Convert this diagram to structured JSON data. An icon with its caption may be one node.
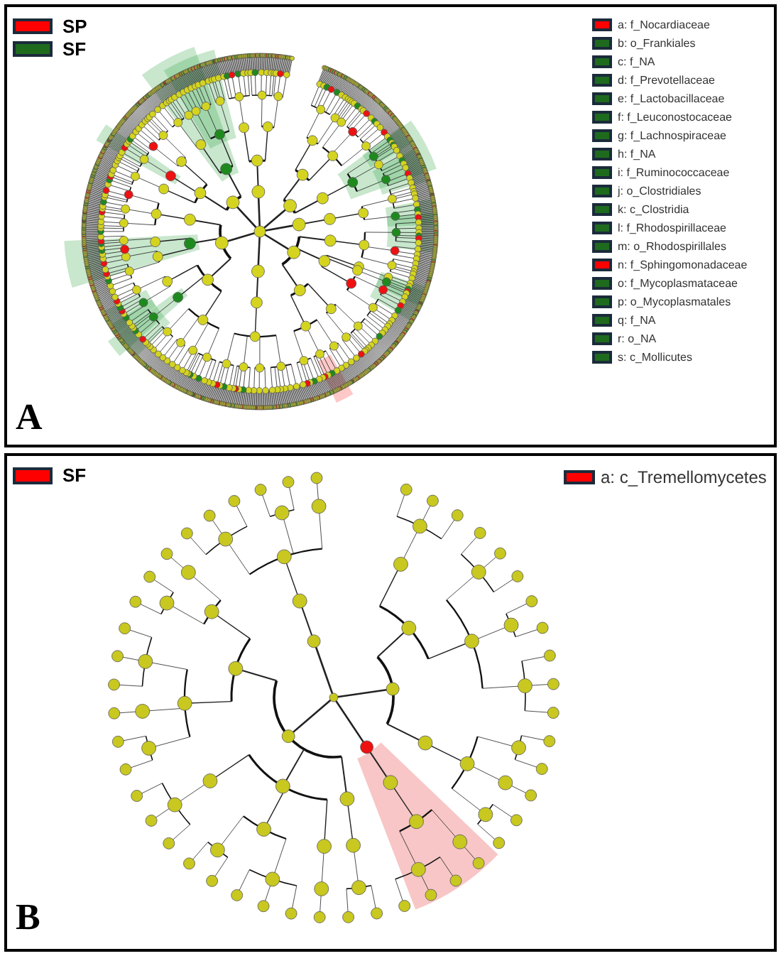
{
  "diagram": {
    "labels": [
      "A",
      "B"
    ],
    "legend": [
      {
        "text": "SP",
        "color": "#ff0000"
      },
      {
        "text": "SF",
        "color": "#1e6b1e"
      },
      {
        "text": "a: f_Nocardiaceae",
        "color": "#ff0000"
      },
      {
        "text": "b: o_Frankiales",
        "color": "#1e6b1e"
      },
      {
        "text": "c: f_NA",
        "color": "#1e6b1e"
      },
      {
        "text": "d: f_Prevotellaceae",
        "color": "#1e6b1e"
      },
      {
        "text": "e: f_Lactobacillaceae",
        "color": "#1e6b1e"
      },
      {
        "text": "f: f_Leuconostocaceae",
        "color": "#1e6b1e"
      },
      {
        "text": "g: f_Lachnospiraceae",
        "color": "#1e6b1e"
      },
      {
        "text": "h: f_NA",
        "color": "#1e6b1e"
      },
      {
        "text": "i: f_Ruminococcaceae",
        "color": "#1e6b1e"
      },
      {
        "text": "j: o_Clostridiales",
        "color": "#1e6b1e"
      },
      {
        "text": "k: c_Clostridia",
        "color": "#1e6b1e"
      },
      {
        "text": "l: f_Rhodospirillaceae",
        "color": "#1e6b1e"
      },
      {
        "text": "m: o_Rhodospirillales",
        "color": "#1e6b1e"
      },
      {
        "text": "n: f_Sphingomonadaceae",
        "color": "#ff0000"
      },
      {
        "text": "o: f_Mycoplasmataceae",
        "color": "#1e6b1e"
      },
      {
        "text": "p: o_Mycoplasmatales",
        "color": "#1e6b1e"
      },
      {
        "text": "q: f_NA",
        "color": "#1e6b1e"
      },
      {
        "text": "r: o_NA",
        "color": "#1e6b1e"
      },
      {
        "text": "s: c_Mollicutes",
        "color": "#1e6b1e"
      },
      {
        "text": "SF",
        "color": "#ff0000"
      },
      {
        "text": "a: c_Tremellomycetes",
        "color": "#ff0000"
      }
    ]
  }
}
